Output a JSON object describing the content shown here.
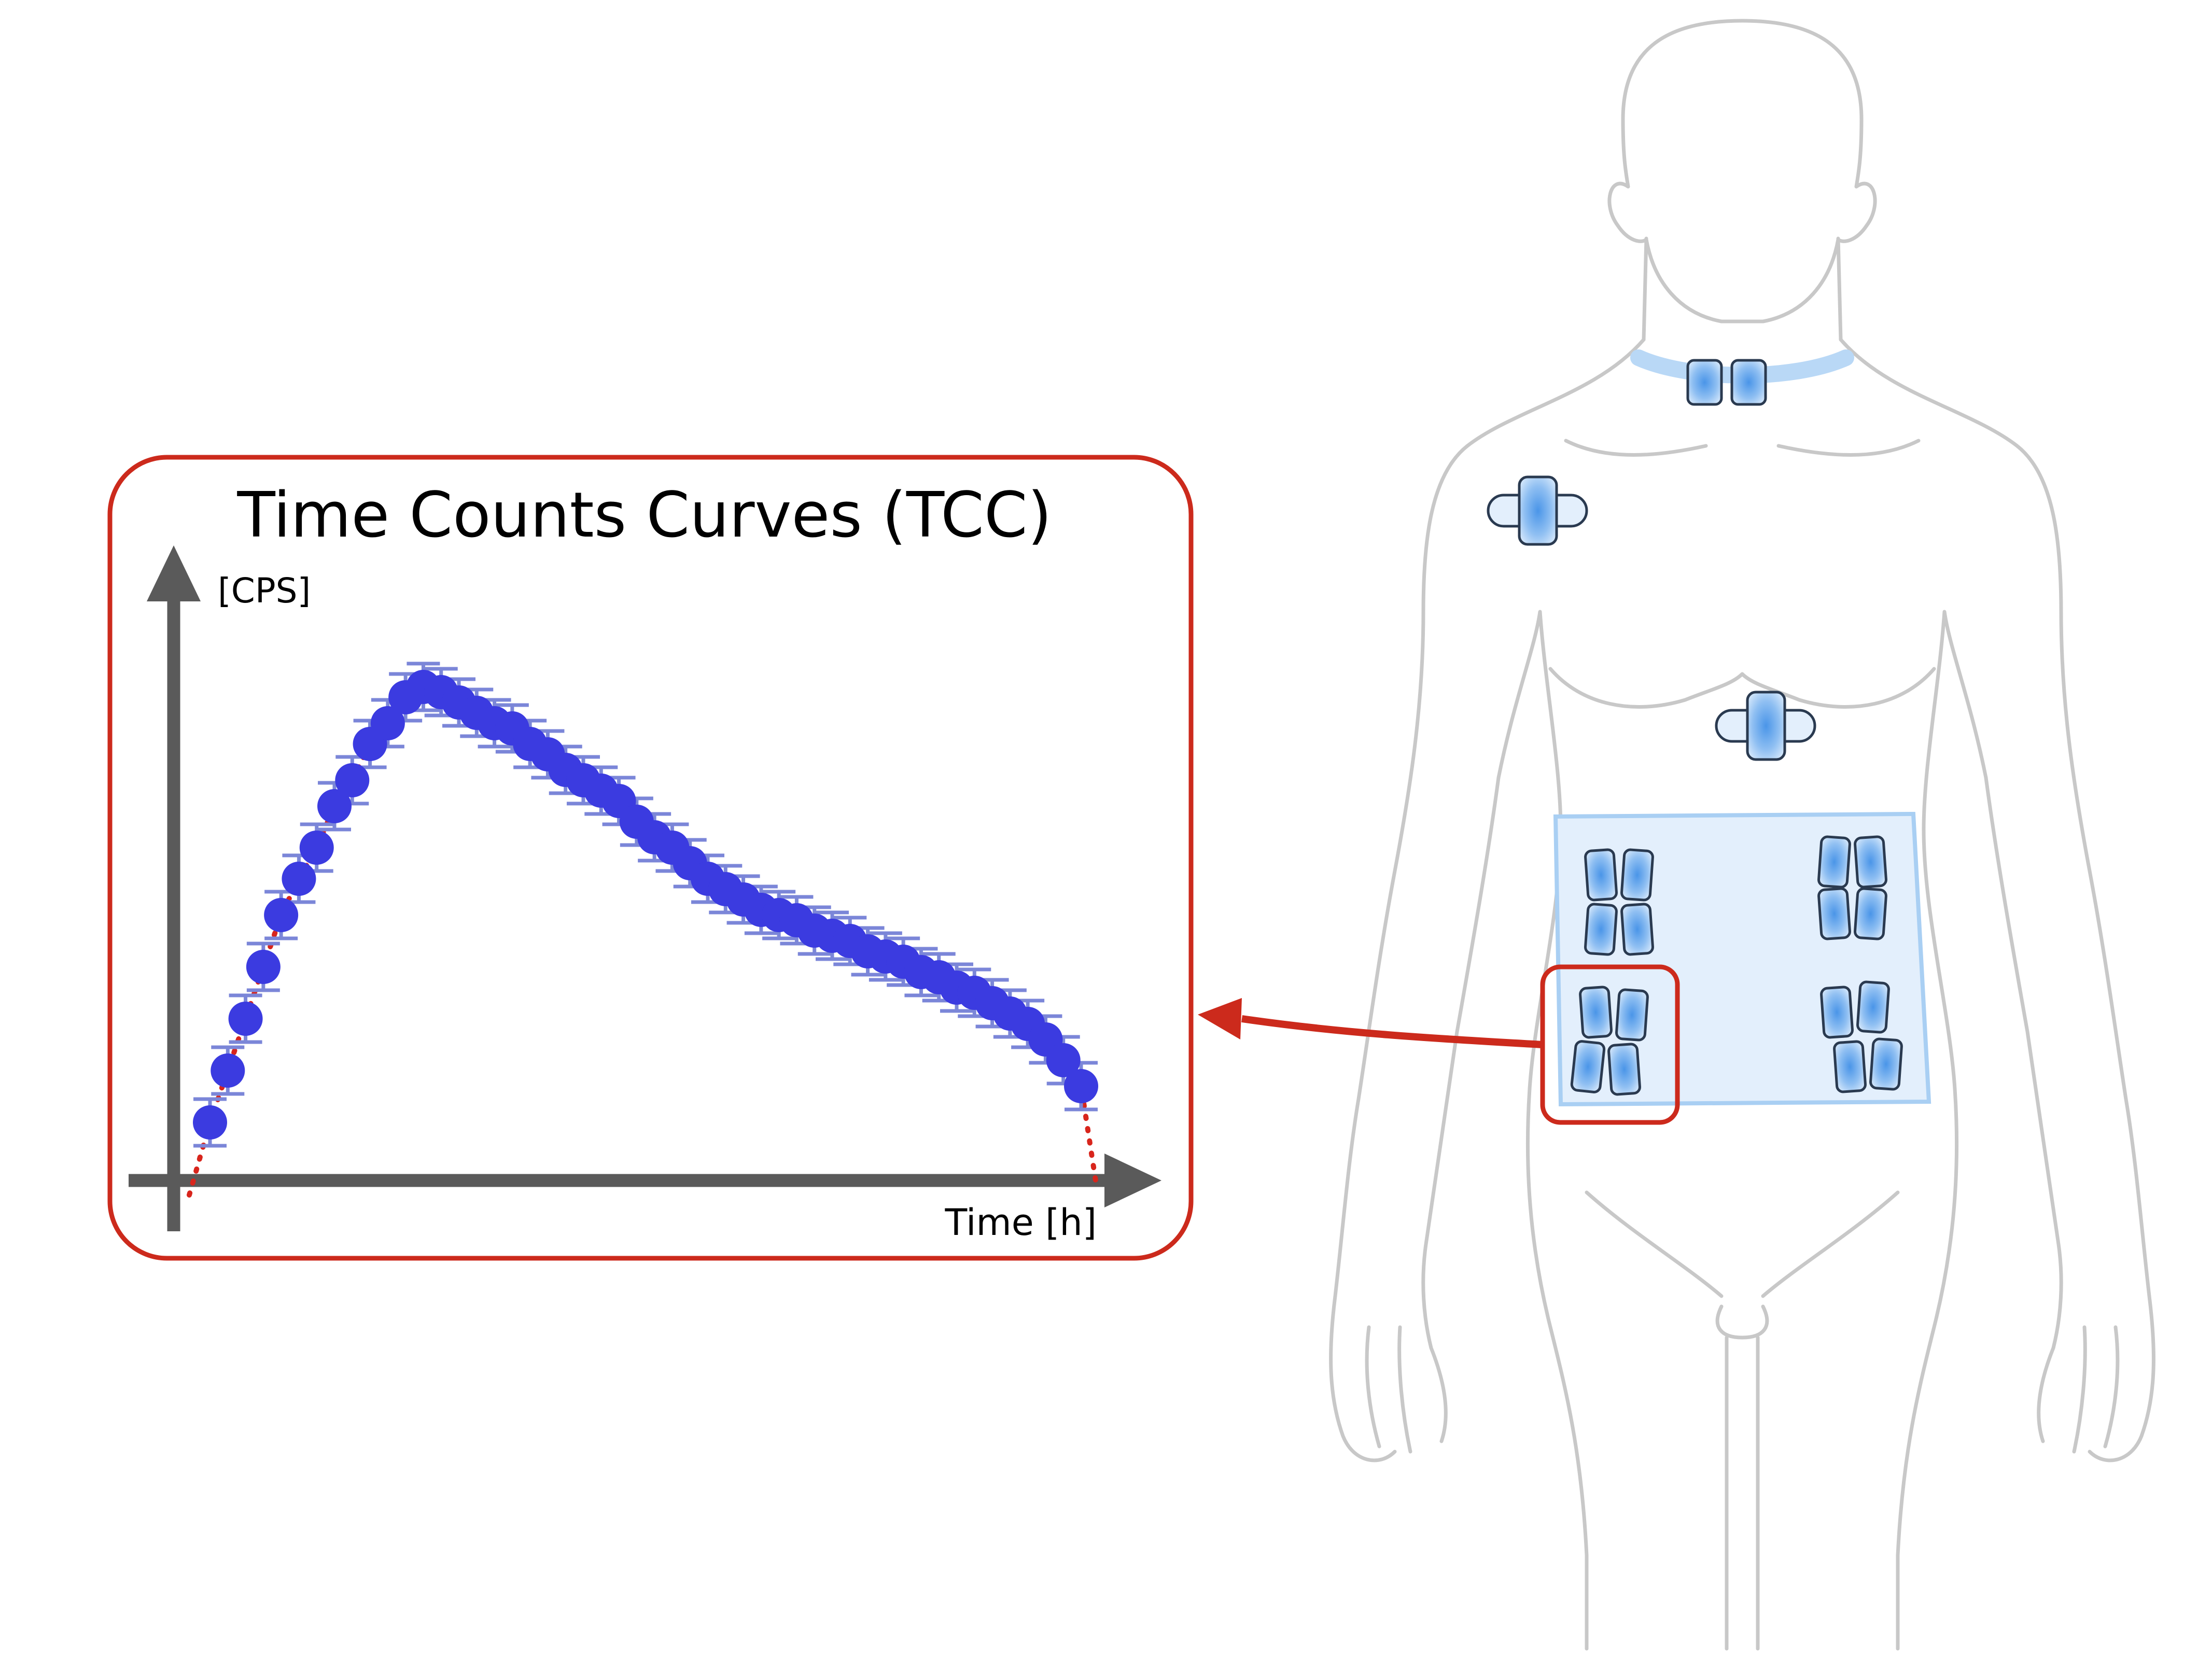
{
  "tcc_panel": {
    "title": "Time Counts Curves (TCC)",
    "y_axis_label": "[CPS]",
    "x_axis_label": "Time [h]"
  },
  "colors": {
    "panel_border": "#cc2a1c",
    "points": "#3b3be0",
    "error_bars": "#7b86d8",
    "fit_line": "#d8251c",
    "axes": "#5a5a5a",
    "body_outline": "#c8c8c8",
    "detector": "#a9cff3",
    "belt": "#e3effc"
  },
  "chart_data": {
    "type": "scatter",
    "title": "Time Counts Curves (TCC)",
    "xlabel": "Time [h]",
    "ylabel": "[CPS]",
    "error_bars": true,
    "fit_line": "dotted",
    "grid": false,
    "x": [
      1,
      2,
      3,
      4,
      5,
      6,
      7,
      8,
      9,
      10,
      11,
      12,
      13,
      14,
      15,
      16,
      17,
      18,
      19,
      20,
      21,
      22,
      23,
      24,
      25,
      26,
      27,
      28,
      29,
      30,
      31,
      32,
      33,
      34,
      35,
      36,
      37,
      38,
      39,
      40,
      41,
      42,
      43,
      44,
      45,
      46,
      47,
      48,
      49,
      50
    ],
    "y": [
      5,
      15,
      25,
      35,
      45,
      52,
      58,
      66,
      71,
      78,
      82,
      87,
      89,
      88,
      86,
      84,
      82,
      81,
      78,
      76,
      73,
      71,
      69,
      67,
      63,
      60,
      58,
      55,
      52,
      50,
      48,
      46,
      45,
      44,
      42,
      41,
      40,
      38,
      37,
      36,
      34,
      33,
      31,
      30,
      28,
      26,
      24,
      21,
      17,
      12
    ]
  }
}
